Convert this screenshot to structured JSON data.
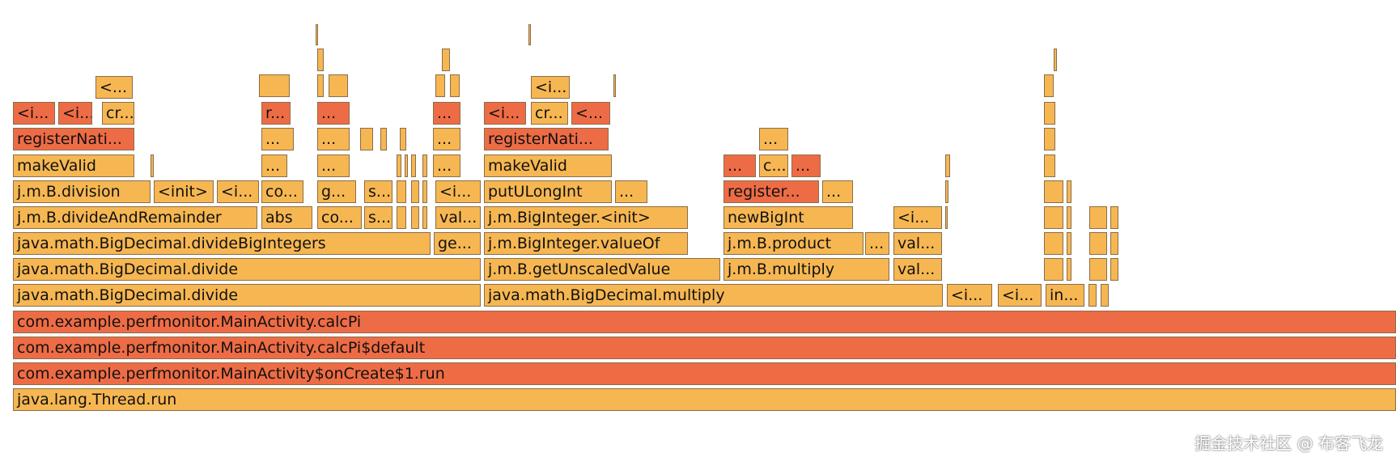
{
  "frames": [
    {
      "label": "java.lang.Thread.run",
      "color": "#f6b752"
    },
    {
      "label": "com.example.perfmonitor.MainActivity$onCreate$1.run",
      "color": "#ee6c45"
    },
    {
      "label": "com.example.perfmonitor.MainActivity.calcPi$default",
      "color": "#ee6c45"
    },
    {
      "label": "com.example.perfmonitor.MainActivity.calcPi",
      "color": "#ee6c45"
    },
    {
      "label": "java.math.BigDecimal.divide",
      "color": "#f6b752"
    },
    {
      "label": "java.math.BigDecimal.multiply",
      "color": "#f6b752"
    },
    {
      "label": "<i...",
      "color": "#f6b752"
    },
    {
      "label": "<i...",
      "color": "#f6b752"
    },
    {
      "label": "in...",
      "color": "#f6b752"
    },
    {
      "label": "",
      "color": "#f6b752"
    },
    {
      "label": "",
      "color": "#f6b752"
    },
    {
      "label": "java.math.BigDecimal.divide",
      "color": "#f6b752"
    },
    {
      "label": "j.m.B.getUnscaledValue",
      "color": "#f6b752"
    },
    {
      "label": "j.m.B.multiply",
      "color": "#f6b752"
    },
    {
      "label": "val...",
      "color": "#f6b752"
    },
    {
      "label": "java.math.BigDecimal.divideBigIntegers",
      "color": "#f6b752"
    },
    {
      "label": "ge...",
      "color": "#f6b752"
    },
    {
      "label": "j.m.BigInteger.valueOf",
      "color": "#f6b752"
    },
    {
      "label": "j.m.B.product",
      "color": "#f6b752"
    },
    {
      "label": "...",
      "color": "#f6b752"
    },
    {
      "label": "val...",
      "color": "#f6b752"
    },
    {
      "label": "j.m.B.divideAndRemainder",
      "color": "#f6b752"
    },
    {
      "label": "abs",
      "color": "#f6b752"
    },
    {
      "label": "co...",
      "color": "#f6b752"
    },
    {
      "label": "s...",
      "color": "#f6b752"
    },
    {
      "label": "val...",
      "color": "#f6b752"
    },
    {
      "label": "j.m.BigInteger.<init>",
      "color": "#f6b752"
    },
    {
      "label": "newBigInt",
      "color": "#f6b752"
    },
    {
      "label": "<i...",
      "color": "#f6b752"
    },
    {
      "label": "j.m.B.division",
      "color": "#f6b752"
    },
    {
      "label": "<init>",
      "color": "#f6b752"
    },
    {
      "label": "<i...",
      "color": "#f6b752"
    },
    {
      "label": "co...",
      "color": "#f6b752"
    },
    {
      "label": "g...",
      "color": "#f6b752"
    },
    {
      "label": "s...",
      "color": "#f6b752"
    },
    {
      "label": "<i...",
      "color": "#f6b752"
    },
    {
      "label": "putULongInt",
      "color": "#f6b752"
    },
    {
      "label": "...",
      "color": "#f6b752"
    },
    {
      "label": "register...",
      "color": "#ee6c45"
    },
    {
      "label": "...",
      "color": "#f6b752"
    },
    {
      "label": "makeValid",
      "color": "#f6b752"
    },
    {
      "label": "...",
      "color": "#f6b752"
    },
    {
      "label": "...",
      "color": "#f6b752"
    },
    {
      "label": "...",
      "color": "#f6b752"
    },
    {
      "label": "makeValid",
      "color": "#f6b752"
    },
    {
      "label": "...",
      "color": "#ee6c45"
    },
    {
      "label": "c...",
      "color": "#f6b752"
    },
    {
      "label": "...",
      "color": "#ee6c45"
    },
    {
      "label": "registerNati...",
      "color": "#ee6c45"
    },
    {
      "label": "...",
      "color": "#f6b752"
    },
    {
      "label": "...",
      "color": "#f6b752"
    },
    {
      "label": "...",
      "color": "#f6b752"
    },
    {
      "label": "registerNati...",
      "color": "#ee6c45"
    },
    {
      "label": "...",
      "color": "#f6b752"
    },
    {
      "label": "<i...",
      "color": "#ee6c45"
    },
    {
      "label": "<i...",
      "color": "#ee6c45"
    },
    {
      "label": "cr...",
      "color": "#f6b752"
    },
    {
      "label": "r...",
      "color": "#ee6c45"
    },
    {
      "label": "...",
      "color": "#ee6c45"
    },
    {
      "label": "...",
      "color": "#ee6c45"
    },
    {
      "label": "<i...",
      "color": "#ee6c45"
    },
    {
      "label": "cr...",
      "color": "#f6b752"
    },
    {
      "label": "<...",
      "color": "#ee6c45"
    },
    {
      "label": "<...",
      "color": "#f6b752"
    },
    {
      "label": "<i...",
      "color": "#f6b752"
    }
  ],
  "watermark": "掘金技术社区 @ 布客飞龙"
}
